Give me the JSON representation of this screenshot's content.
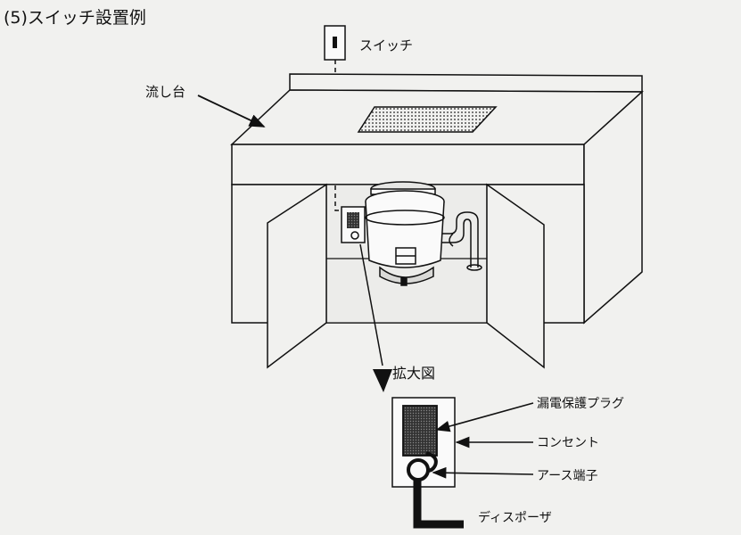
{
  "title": "(5)スイッチ設置例",
  "labels": {
    "switch": "スイッチ",
    "sink": "流し台",
    "enlarged": "拡大図",
    "leakage_plug": "漏電保護プラグ",
    "outlet": "コンセント",
    "earth_terminal": "アース端子",
    "disposer": "ディスポーザ"
  },
  "colors": {
    "paper": "#f1f1ef",
    "ink": "#111111"
  }
}
